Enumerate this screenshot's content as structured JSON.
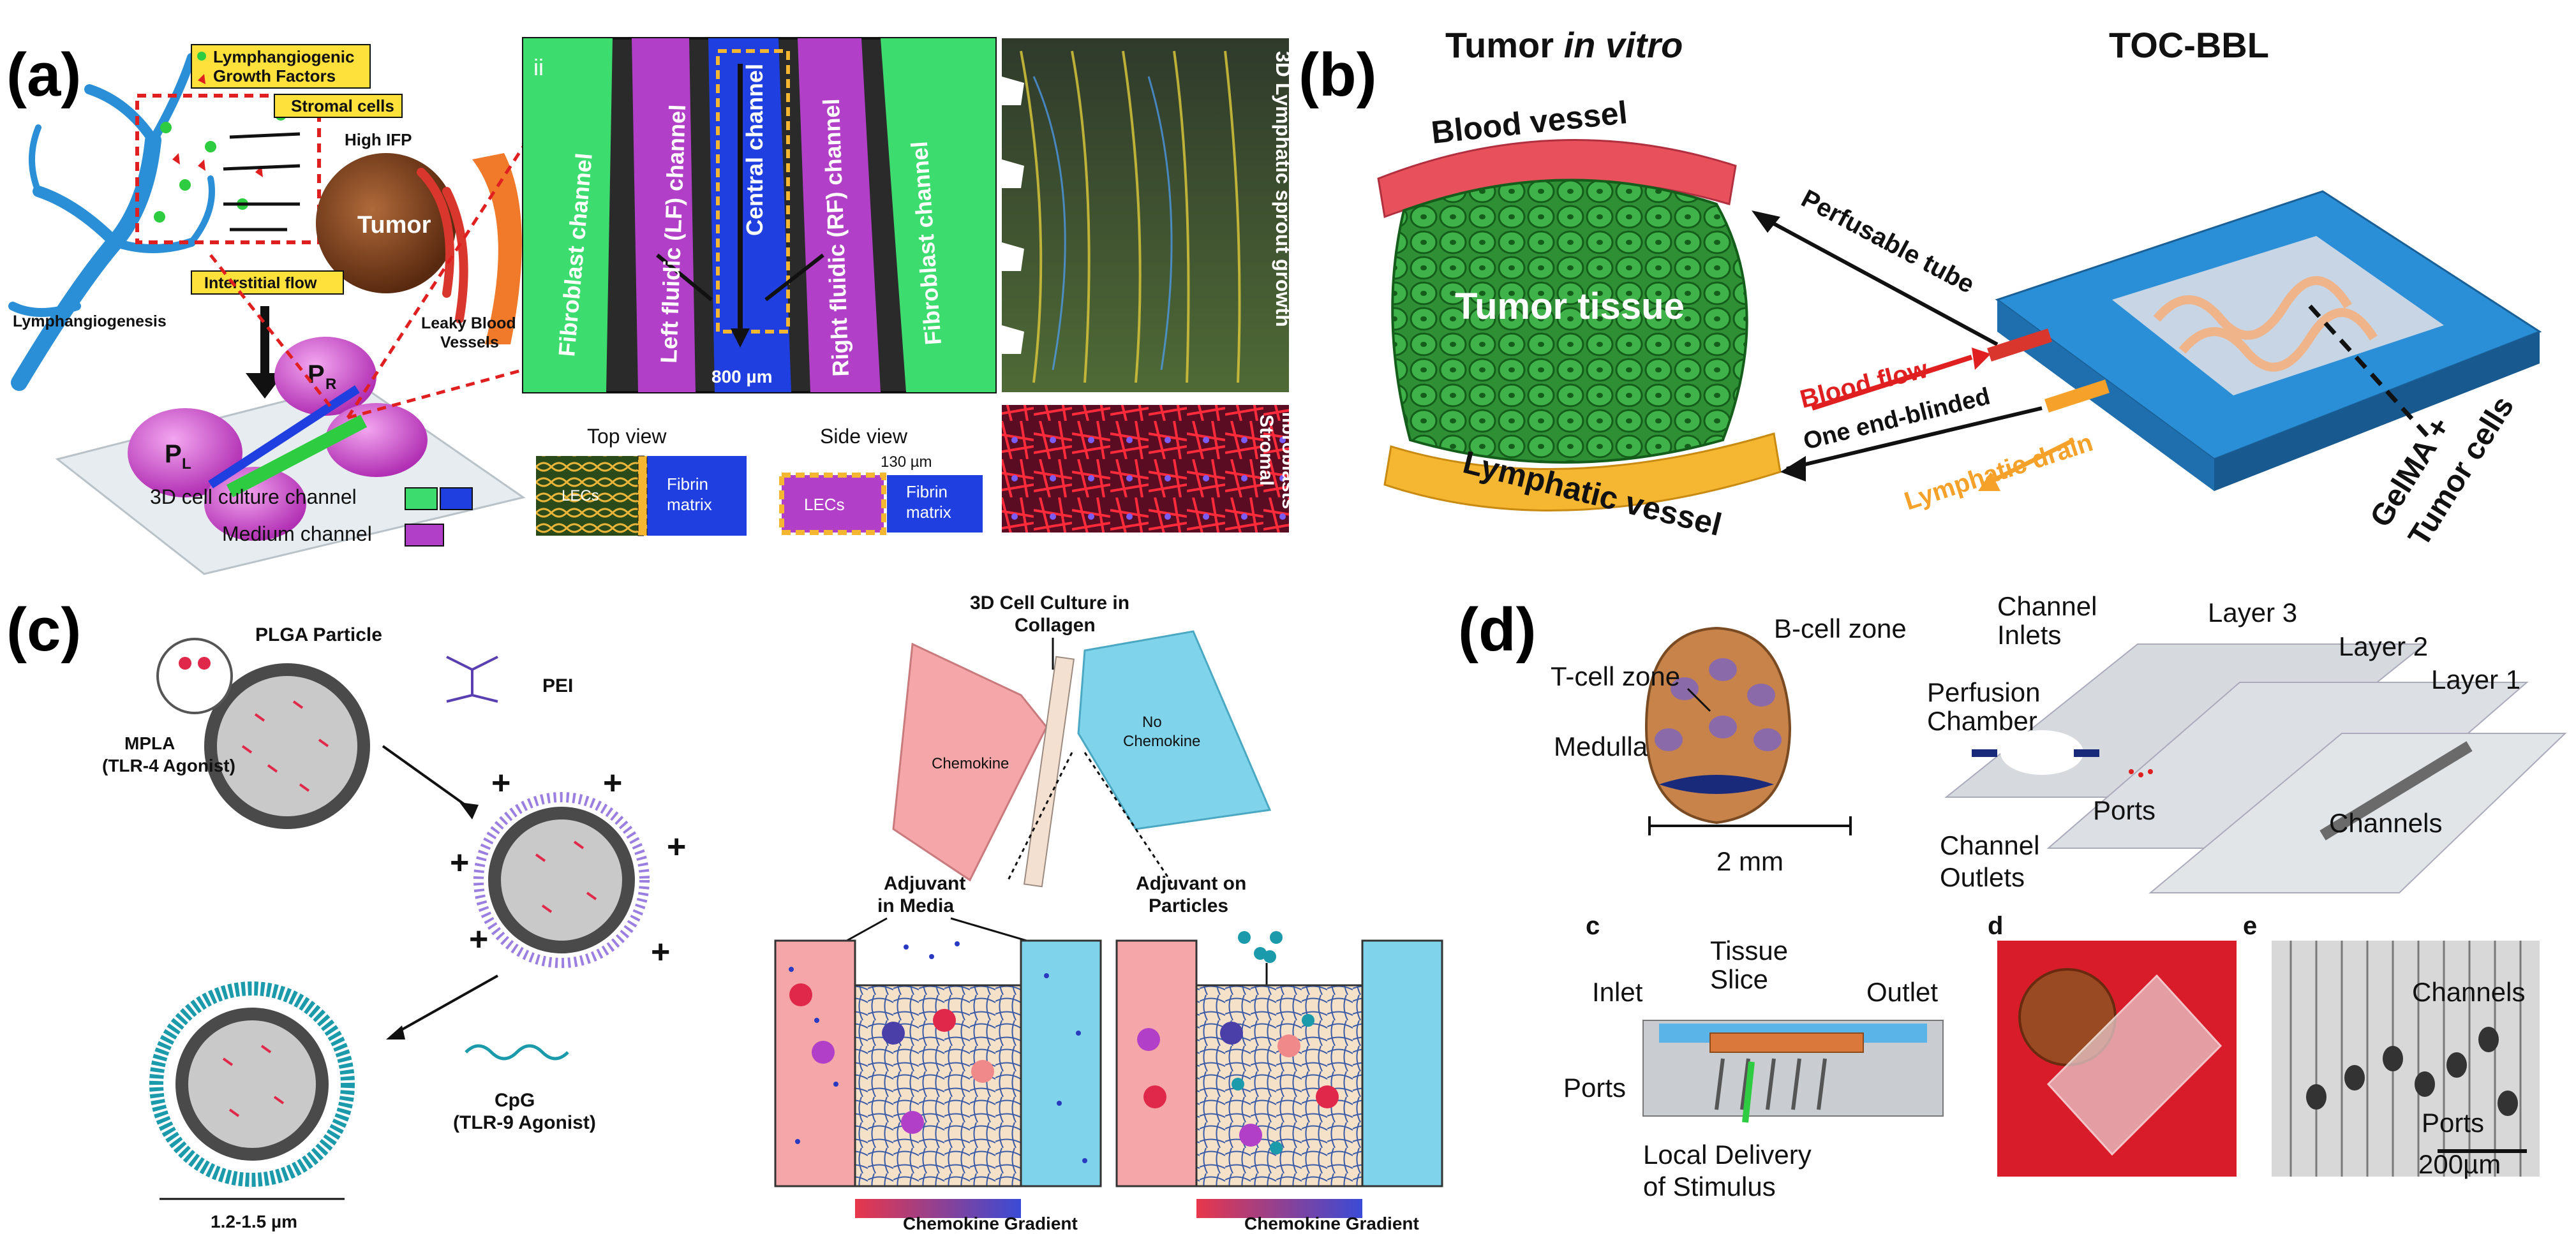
{
  "panels": {
    "a": {
      "letter": "(a)",
      "lymphangiogenic_box": [
        "Lymphangiogenic",
        "Growth Factors"
      ],
      "stromal_box": "Stromal cells",
      "high_ifp": "High IFP",
      "tumor": "Tumor",
      "interstitial_box": "Interstitial flow",
      "lymphangiogenesis": "Lymphangiogenesis",
      "leaky": [
        "Leaky Blood",
        "Vessels"
      ],
      "pl": "P",
      "pl_sub": "L",
      "pr": "P",
      "pr_sub": "R",
      "legend_3d": "3D cell culture channel",
      "legend_medium": "Medium channel",
      "ii": "ii",
      "fibroblast_left": "Fibroblast channel",
      "lf": "Left fluidic (LF) channel",
      "central": "Central channel",
      "rf": "Right fluidic (RF) channel",
      "fibroblast_right": "Fibroblast channel",
      "scale_800": "800 µm",
      "sprout": "3D Lymphatic sprout growth",
      "stromal_fibro": [
        "Stromal",
        "fibroblasts"
      ],
      "top_view": "Top view",
      "side_view": "Side view",
      "h130": "130 µm",
      "lecs": "LECs",
      "fibrin": [
        "Fibrin",
        "matrix"
      ]
    },
    "b": {
      "letter": "(b)",
      "title_left_1": "Tumor ",
      "title_left_2": "in vitro",
      "title_right": "TOC-BBL",
      "blood_vessel": "Blood vessel",
      "tumor_tissue": "Tumor tissue",
      "lymphatic_vessel": "Lymphatic vessel",
      "perfusable": "Perfusable tube",
      "blood_flow": "Blood flow",
      "one_end": "One end-blinded",
      "lymphatic_drain": "Lymphatic drain",
      "gelma": [
        "GelMA +",
        "Tumor cells"
      ]
    },
    "c": {
      "letter": "(c)",
      "plga": "PLGA Particle",
      "pei": "PEI",
      "mpla": [
        "MPLA",
        "(TLR-4 Agonist)"
      ],
      "cpg": [
        "CpG",
        "(TLR-9 Agonist)"
      ],
      "size": "1.2-1.5 µm",
      "culture_title": [
        "3D Cell Culture in",
        "Collagen"
      ],
      "chemokine": "Chemokine",
      "no_chemokine": [
        "No",
        "Chemokine"
      ],
      "adj_media": [
        "Adjuvant",
        "in Media"
      ],
      "adj_particles": [
        "Adjuvant on",
        "Particles"
      ],
      "gradient": "Chemokine Gradient"
    },
    "d": {
      "letter": "(d)",
      "bcell": "B-cell zone",
      "tcell": "T-cell zone",
      "medulla": "Medulla",
      "scale_2mm": "2 mm",
      "channel_inlets": [
        "Channel",
        "Inlets"
      ],
      "layer3": "Layer 3",
      "layer2": "Layer 2",
      "layer1": "Layer 1",
      "perfusion": [
        "Perfusion",
        "Chamber"
      ],
      "ports": "Ports",
      "channels": "Channels",
      "channel_outlets": [
        "Channel",
        "Outlets"
      ],
      "sub_c": "c",
      "tissue_slice": [
        "Tissue",
        "Slice"
      ],
      "inlet": "Inlet",
      "outlet": "Outlet",
      "ports_c": "Ports",
      "local_delivery": [
        "Local Delivery",
        "of Stimulus"
      ],
      "sub_d": "d",
      "sub_e": "e",
      "channels_e": "Channels",
      "ports_e": "Ports",
      "scale_200": "200µm"
    }
  },
  "colors": {
    "fibroblast_green": "#3ddc6e",
    "fluidic_purple": "#b23fc8",
    "central_blue": "#1f3fe0",
    "blood_red": "#e8515b",
    "lymph_yellow": "#f5b731",
    "tumor_green": "#2e9a3a",
    "chip_blue": "#2a8fd6",
    "chemokine_pink": "#f4a6a8",
    "nochemokine_cyan": "#7fd3ea",
    "tissue_orange": "#d9783a"
  }
}
